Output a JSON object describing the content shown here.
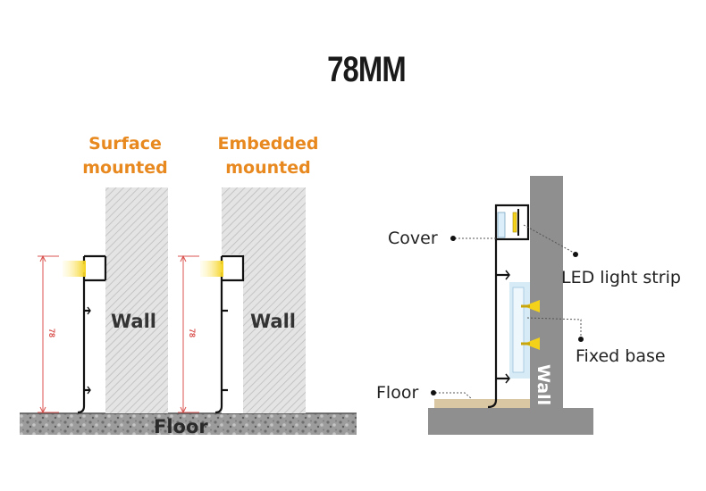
{
  "title": "78MM",
  "left_diagram": {
    "panels": [
      {
        "label_line1": "Surface",
        "label_line2": "mounted",
        "wall": "Wall",
        "dimension": "78"
      },
      {
        "label_line1": "Embedded",
        "label_line2": "mounted",
        "wall": "Wall",
        "dimension": "78"
      }
    ],
    "floor": "Floor"
  },
  "right_diagram": {
    "cover": "Cover",
    "led_strip": "LED light strip",
    "fixed_base": "Fixed base",
    "floor": "Floor",
    "wall": "Wall"
  },
  "colors": {
    "accent": "#e8891f",
    "led": "#f5d21a",
    "wall_gray": "#8f8f8f",
    "dimension_red": "#d9534f"
  }
}
